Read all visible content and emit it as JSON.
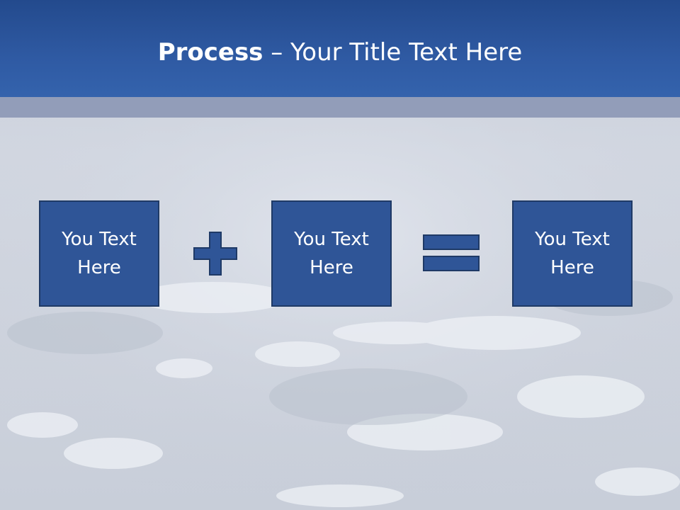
{
  "title": {
    "bold": "Process",
    "rest": " – Your Title Text Here"
  },
  "boxes": [
    {
      "label": "You Text Here"
    },
    {
      "label": "You Text Here"
    },
    {
      "label": "You Text Here"
    }
  ],
  "colors": {
    "title_bar": "#2f5aa3",
    "box_fill": "#2f5597",
    "box_border": "#1f3a66",
    "band": "#929db9"
  },
  "icons": [
    "plus-icon",
    "equals-icon"
  ]
}
